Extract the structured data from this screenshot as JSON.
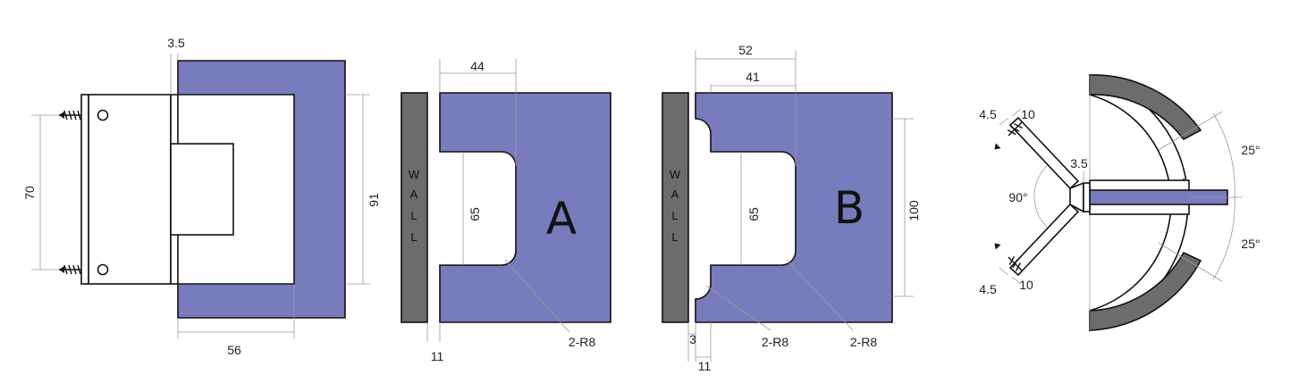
{
  "colors": {
    "part": "#787cbc",
    "wall": "#6d6b6b",
    "outline": "#111111",
    "dimension": "#9a9a9a"
  },
  "fig1": {
    "dim_thickness": "3.5",
    "dim_screw_spacing": "70",
    "dim_height": "91",
    "dim_depth": "56"
  },
  "figA": {
    "wall_letters": [
      "W",
      "A",
      "L",
      "L"
    ],
    "letter": "A",
    "dim_top": "44",
    "dim_inner": "65",
    "dim_gap": "11",
    "dim_radius": "2-R8"
  },
  "figB": {
    "wall_letters": [
      "W",
      "A",
      "L",
      "L"
    ],
    "letter": "B",
    "dim_outer": "52",
    "dim_inner_top": "41",
    "dim_inner": "65",
    "dim_height": "100",
    "dim_gap_a": "3",
    "dim_gap_b": "11",
    "dim_radius_left": "2-R8",
    "dim_radius_right": "2-R8"
  },
  "fig4": {
    "dim_plate_top": "4.5",
    "dim_width_top": "10",
    "dim_plate_bottom": "4.5",
    "dim_width_bottom": "10",
    "dim_thickness": "3.5",
    "angle_center": "90°",
    "angle_top": "25°",
    "angle_bottom": "25°"
  }
}
